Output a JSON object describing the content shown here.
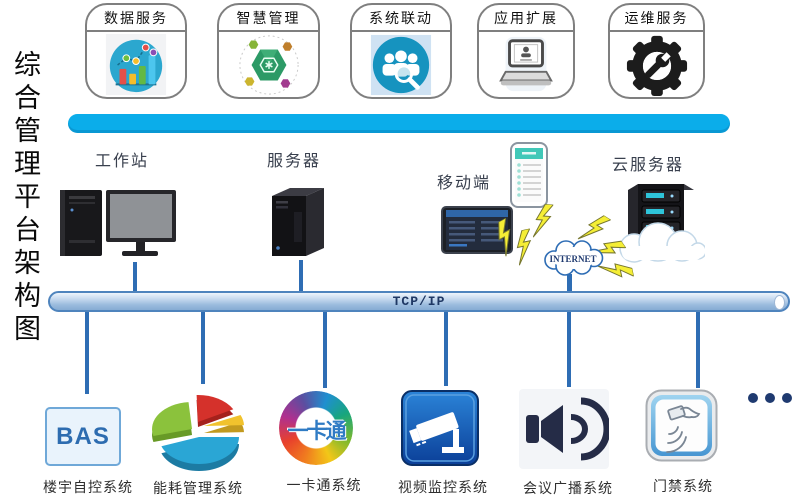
{
  "page": {
    "title": "综合管理平台架构图"
  },
  "top_services": [
    {
      "label": "数据服务",
      "icon": "bar-chart-icon"
    },
    {
      "label": "智慧管理",
      "icon": "hexagon-network-icon"
    },
    {
      "label": "系统联动",
      "icon": "team-search-icon"
    },
    {
      "label": "应用扩展",
      "icon": "laptop-icon"
    },
    {
      "label": "运维服务",
      "icon": "gear-wrench-icon"
    }
  ],
  "middle": {
    "workstation": "工作站",
    "server": "服务器",
    "mobile": "移动端",
    "cloud_server": "云服务器",
    "internet": "INTERNET"
  },
  "bus": {
    "label": "TCP/IP"
  },
  "bottom_systems": [
    {
      "label": "楼宇自控系统",
      "badge": "BAS"
    },
    {
      "label": "能耗管理系统"
    },
    {
      "label": "一卡通系统",
      "logo_text": "一卡通"
    },
    {
      "label": "视频监控系统"
    },
    {
      "label": "会议广播系统"
    },
    {
      "label": "门禁系统"
    }
  ],
  "colors": {
    "accent_cyan": "#0badea",
    "pipe_blue": "#86abd3",
    "connector_blue": "#2e6db4",
    "bas_blue": "#2d6cb0",
    "dots_navy": "#1f3a70",
    "camera_blue": "#1e66c8",
    "speaker_navy": "#252c47"
  }
}
